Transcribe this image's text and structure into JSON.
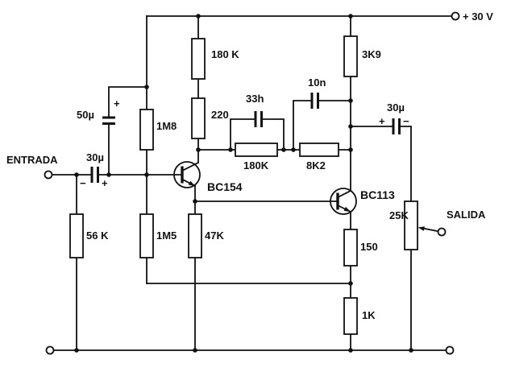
{
  "diagram": {
    "kind": "two-stage-transistor-preamplifier-schematic",
    "colors": {
      "ink": "#111111",
      "background": "#ffffff"
    },
    "power": {
      "supply_label": "+ 30 V"
    },
    "ports": {
      "input": "ENTRADA",
      "output": "SALIDA"
    },
    "transistors": [
      {
        "ref": "q1",
        "type": "BC154"
      },
      {
        "ref": "q2",
        "type": "BC113"
      }
    ],
    "components": {
      "r_collector_feed": "180 K",
      "r_collector_load_q2": "3K9",
      "r_collector_q1": "220",
      "r_bias_upper": "1M8",
      "r_feedback_a": "180K",
      "r_feedback_b": "8K2",
      "r_input_shunt": "56 K",
      "r_bias_lower": "1M5",
      "r_emitter_q1": "47K",
      "r_emitter_q2_a": "150",
      "r_emitter_q2_b": "1K",
      "pot_output_level": "25K",
      "c_supply_filter": "50µ",
      "c_input_coupling": "30µ",
      "c_feedback_a": "33h",
      "c_feedback_b": "10n",
      "c_output_coupling": "30µ"
    },
    "polarity_marks": {
      "plus": "+",
      "minus": "−"
    }
  }
}
